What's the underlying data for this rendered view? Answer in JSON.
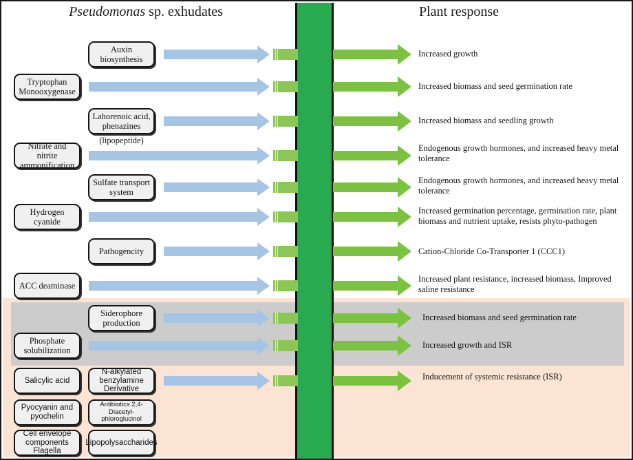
{
  "figure": {
    "headings": {
      "left_italic": "Pseudomonas",
      "left_rest": " sp. exhudates",
      "right": "Plant response"
    },
    "colors": {
      "green_column": "#27aa50",
      "blue_arrow": "#a6c4e4",
      "green_arrow": "#7cc241",
      "stub_green": "#8cc656",
      "peach_band": "#fbe4d4",
      "gray_band": "#cccccc",
      "box_fill": "#f0f0f0",
      "outline": "#141414"
    },
    "rows": [
      {
        "id": "auxin-biosynthesis",
        "box": "Auxin biosynthesis",
        "box_style": "narrow",
        "response": "Increased growth"
      },
      {
        "id": "tryptophan-monooxygenase",
        "box": "Tryptophan Monooxygenase",
        "box_style": "wide",
        "response": "Increased biomass and seed germination rate"
      },
      {
        "id": "lahorenoic-acid-phenazines",
        "box": "Lahorenoic acid, phenazines",
        "box_style": "narrow",
        "caption": "(lipopeptide)",
        "response": "Increased biomass and seedling growth"
      },
      {
        "id": "nitrate-nitrite-ammonification",
        "box": "Nitrate and nitrite ammonification",
        "box_style": "wide",
        "response": "Endogenous growth hormones, and increased heavy metal tolerance"
      },
      {
        "id": "sulfate-transport-system",
        "box": "Sulfate transport system",
        "box_style": "narrow",
        "response": "Endogenous growth hormones, and increased heavy metal tolerance"
      },
      {
        "id": "hydrogen-cyanide",
        "box": "Hydrogen cyanide",
        "box_style": "wide",
        "response": "Increased germination percentage, germination rate, plant biomass and nutrient uptake, resists phyto-pathogen"
      },
      {
        "id": "pathogencity",
        "box": "Pathogencity",
        "box_style": "narrow",
        "response": "Cation-Chloride Co-Transporter 1 (CCC1)"
      },
      {
        "id": "acc-deaminase",
        "box": "ACC deaminase",
        "box_style": "wide",
        "response": "Increased plant resistance, increased biomass, Improved saline resistance"
      },
      {
        "id": "siderophore-production",
        "box": "Siderophore production",
        "box_style": "narrow",
        "response": "Increased biomass and seed germination rate"
      },
      {
        "id": "phosphate-solubilization",
        "box": "Phosphate solubilization",
        "box_style": "wide",
        "response": "Increased growth and ISR"
      },
      {
        "id": "salicylic-acid",
        "box": "Salicylic acid",
        "box2": "N-alkylated benzylamine Derivative",
        "box_style": "pair",
        "response": "Inducement of systemic resistance (ISR)"
      }
    ],
    "bottom_boxes": [
      {
        "id": "pyocyanin-pyochelin",
        "label": "Pyocyanin and pyochelin"
      },
      {
        "id": "antibiotics-dapg",
        "label": "Antibiotics 2,4-Diacetyl-phloroglucinol"
      },
      {
        "id": "cell-envelope-flagella",
        "label": "Cell envelope components Flagella"
      },
      {
        "id": "lipopolysaccharides",
        "label": "Lipopolysaccharides"
      }
    ]
  }
}
